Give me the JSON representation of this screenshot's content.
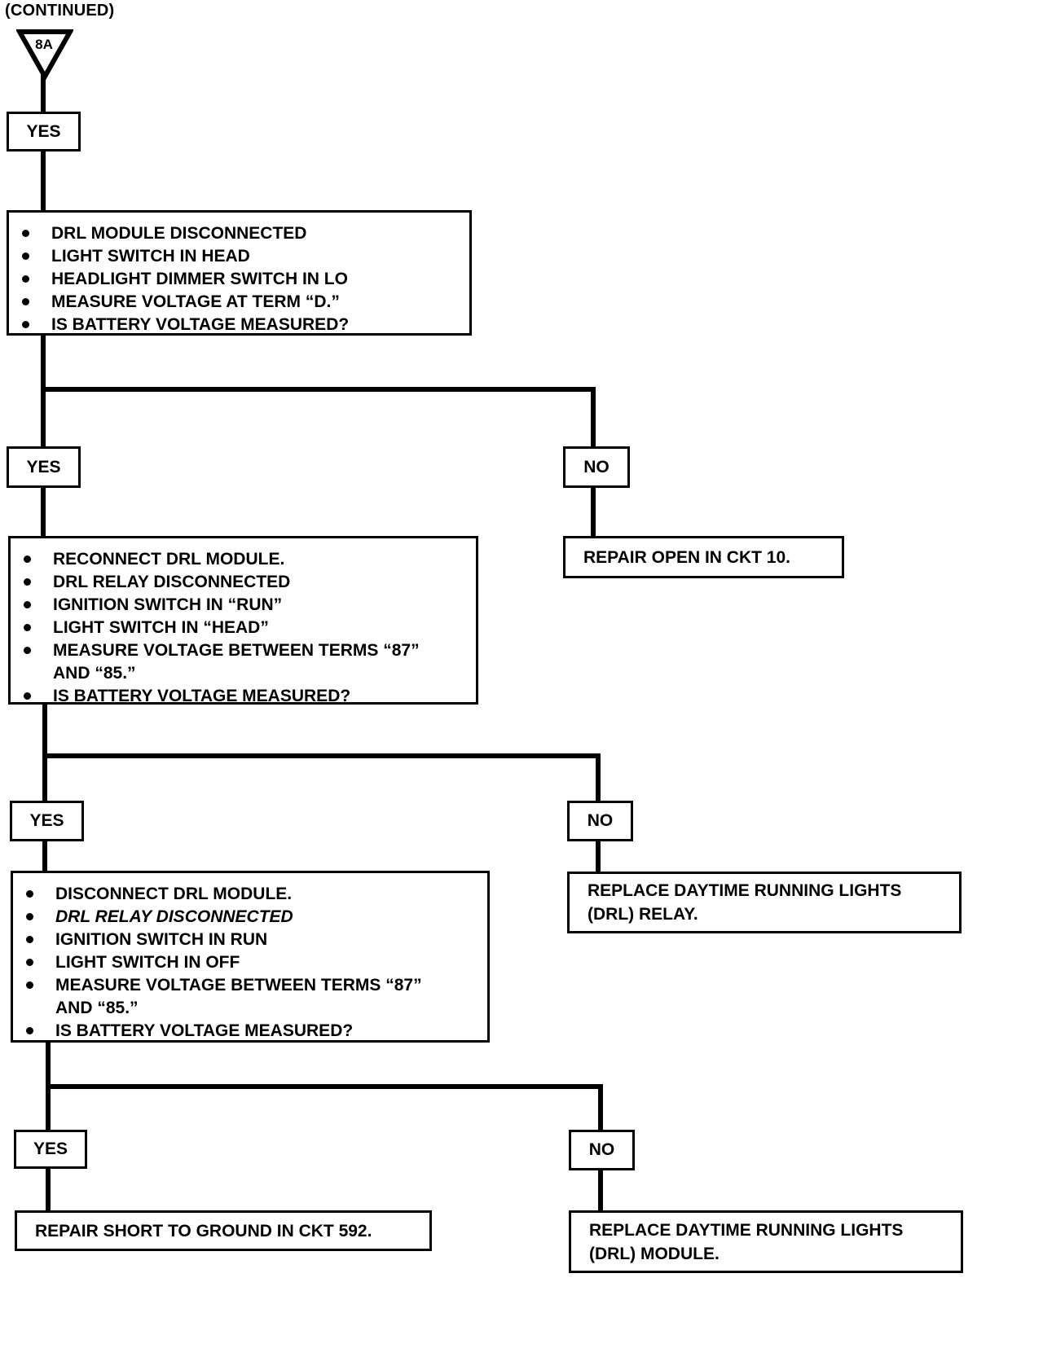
{
  "header": {
    "continued": "(CONTINUED)",
    "connector": "8A"
  },
  "stage1": {
    "yes": "YES",
    "steps": [
      "DRL MODULE DISCONNECTED",
      "LIGHT SWITCH IN HEAD",
      "HEADLIGHT DIMMER SWITCH IN LO",
      "MEASURE VOLTAGE AT TERM “D.”",
      "IS BATTERY VOLTAGE MEASURED?"
    ]
  },
  "stage2": {
    "yes": "YES",
    "no": "NO",
    "no_action": "REPAIR OPEN IN CKT 10.",
    "steps": [
      "RECONNECT DRL MODULE.",
      "DRL RELAY DISCONNECTED",
      "IGNITION SWITCH IN “RUN”",
      "LIGHT SWITCH IN “HEAD”",
      "MEASURE VOLTAGE BETWEEN TERMS “87”\nAND “85.”",
      "IS BATTERY VOLTAGE MEASURED?"
    ]
  },
  "stage3": {
    "yes": "YES",
    "no": "NO",
    "no_action": "REPLACE DAYTIME RUNNING LIGHTS\n(DRL) RELAY.",
    "steps": [
      "DISCONNECT DRL MODULE.",
      "DRL RELAY DISCONNECTED",
      "IGNITION SWITCH IN RUN",
      "LIGHT SWITCH IN OFF",
      "MEASURE VOLTAGE BETWEEN TERMS “87”\nAND “85.”",
      "IS BATTERY VOLTAGE MEASURED?"
    ]
  },
  "stage4": {
    "yes": "YES",
    "no": "NO",
    "yes_action": "REPAIR SHORT TO GROUND IN CKT 592.",
    "no_action": "REPLACE DAYTIME RUNNING LIGHTS\n(DRL) MODULE."
  }
}
